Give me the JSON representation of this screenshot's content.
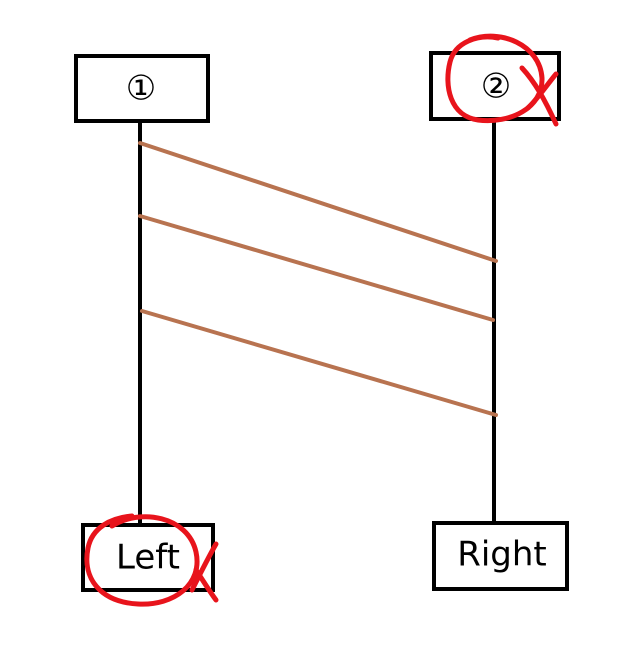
{
  "diagram": {
    "nodes": [
      {
        "id": "top-left",
        "label": "①"
      },
      {
        "id": "top-right",
        "label": "②",
        "crossed_out": true
      },
      {
        "id": "bottom-left",
        "label": "Left",
        "crossed_out": true
      },
      {
        "id": "bottom-right",
        "label": "Right"
      }
    ],
    "connections": [
      {
        "from": "left-lifeline",
        "to": "right-lifeline"
      },
      {
        "from": "left-lifeline",
        "to": "right-lifeline"
      },
      {
        "from": "left-lifeline",
        "to": "right-lifeline"
      }
    ],
    "colors": {
      "box_stroke": "#000000",
      "lifeline": "#000000",
      "connection": "#b87350",
      "annotation": "#e8141c"
    }
  }
}
